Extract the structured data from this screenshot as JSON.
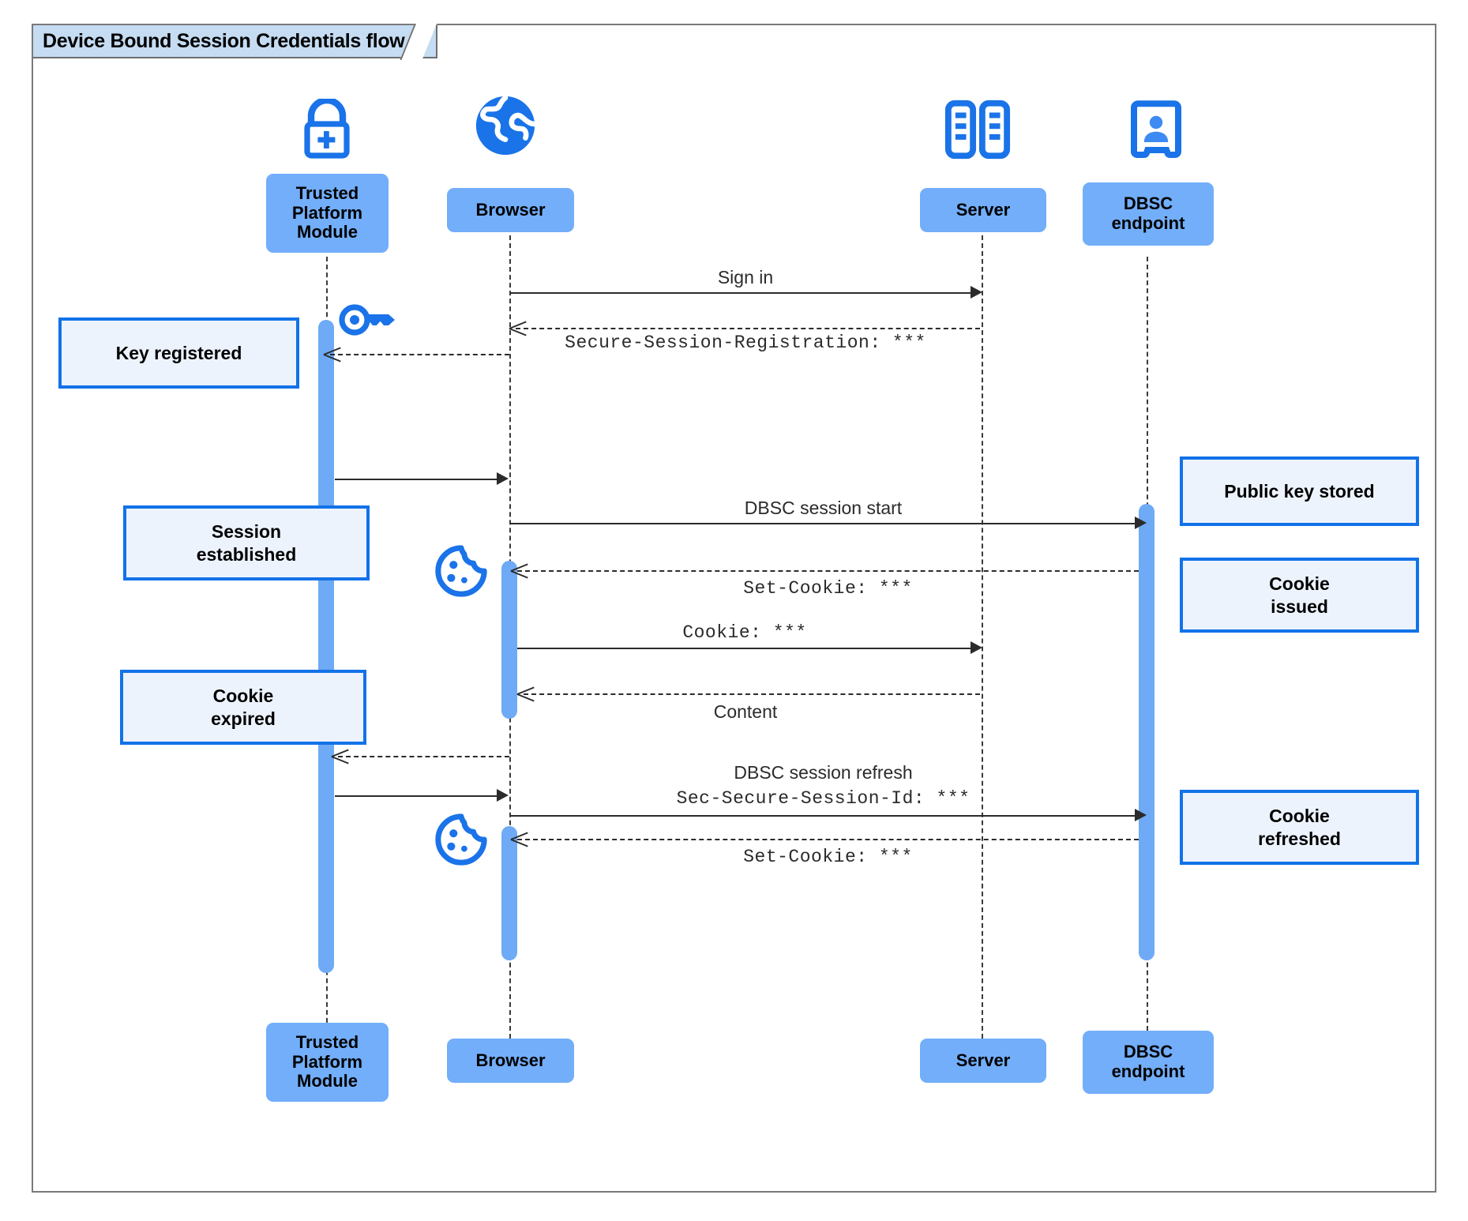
{
  "frame": {
    "title": "Device Bound Session Credentials flow"
  },
  "colors": {
    "participant_fill": "#72aef9",
    "note_fill": "#edf3fd",
    "note_border": "#1272e8",
    "activation": "#6eaaf5",
    "icon_blue": "#1a73e8",
    "title_fill": "#c5dcf2",
    "line": "#2b2b2b"
  },
  "participants": [
    {
      "id": "tpm",
      "label": "Trusted\nPlatform\nModule",
      "icon": "lock-plus-icon"
    },
    {
      "id": "browser",
      "label": "Browser",
      "icon": "globe-icon"
    },
    {
      "id": "server",
      "label": "Server",
      "icon": "server-rack-icon"
    },
    {
      "id": "dbsc",
      "label": "DBSC\nendpoint",
      "icon": "id-badge-icon"
    }
  ],
  "participants_bottom": [
    {
      "id": "tpm",
      "label": "Trusted\nPlatform\nModule"
    },
    {
      "id": "browser",
      "label": "Browser"
    },
    {
      "id": "server",
      "label": "Server"
    },
    {
      "id": "dbsc",
      "label": "DBSC\nendpoint"
    }
  ],
  "messages": [
    {
      "id": "m1",
      "label": "Sign in",
      "style": "sans",
      "from": "browser",
      "to": "server",
      "kind": "call"
    },
    {
      "id": "m2",
      "label": "Secure-Session-Registration: ***",
      "style": "mono",
      "from": "server",
      "to": "browser",
      "kind": "return"
    },
    {
      "id": "m3",
      "label": "",
      "style": "sans",
      "from": "tpm",
      "to": "browser",
      "kind": "call"
    },
    {
      "id": "m4",
      "label": "DBSC session start",
      "style": "sans",
      "from": "browser",
      "to": "dbsc",
      "kind": "call"
    },
    {
      "id": "m5",
      "label": "Set-Cookie: ***",
      "style": "mono",
      "from": "dbsc",
      "to": "browser",
      "kind": "return"
    },
    {
      "id": "m6",
      "label": "Cookie: ***",
      "style": "mono",
      "from": "browser",
      "to": "server",
      "kind": "call"
    },
    {
      "id": "m7",
      "label": "Content",
      "style": "sans",
      "from": "server",
      "to": "browser",
      "kind": "return"
    },
    {
      "id": "m8",
      "label": "",
      "style": "sans",
      "from": "browser",
      "to": "tpm",
      "kind": "return"
    },
    {
      "id": "m9",
      "label": "",
      "style": "sans",
      "from": "tpm",
      "to": "browser",
      "kind": "call"
    },
    {
      "id": "m10",
      "label_line1": "DBSC session refresh",
      "label_line2": "Sec-Secure-Session-Id: ***",
      "style": "mixed",
      "from": "browser",
      "to": "dbsc",
      "kind": "call"
    },
    {
      "id": "m11",
      "label": "Set-Cookie: ***",
      "style": "mono",
      "from": "dbsc",
      "to": "browser",
      "kind": "return"
    }
  ],
  "notes": [
    {
      "id": "n1",
      "label": "Key registered",
      "side": "left"
    },
    {
      "id": "n2",
      "label": "Session\nestablished",
      "side": "left"
    },
    {
      "id": "n3",
      "label": "Cookie\nexpired",
      "side": "left"
    },
    {
      "id": "n4",
      "label": "Public key stored",
      "side": "right"
    },
    {
      "id": "n5",
      "label": "Cookie\nissued",
      "side": "right"
    },
    {
      "id": "n6",
      "label": "Cookie\nrefreshed",
      "side": "right"
    }
  ],
  "decor_icons": [
    {
      "id": "key1",
      "name": "key-icon",
      "near": "tpm"
    },
    {
      "id": "cookie1",
      "name": "cookie-icon",
      "near": "browser"
    },
    {
      "id": "cookie2",
      "name": "cookie-icon",
      "near": "browser"
    }
  ]
}
